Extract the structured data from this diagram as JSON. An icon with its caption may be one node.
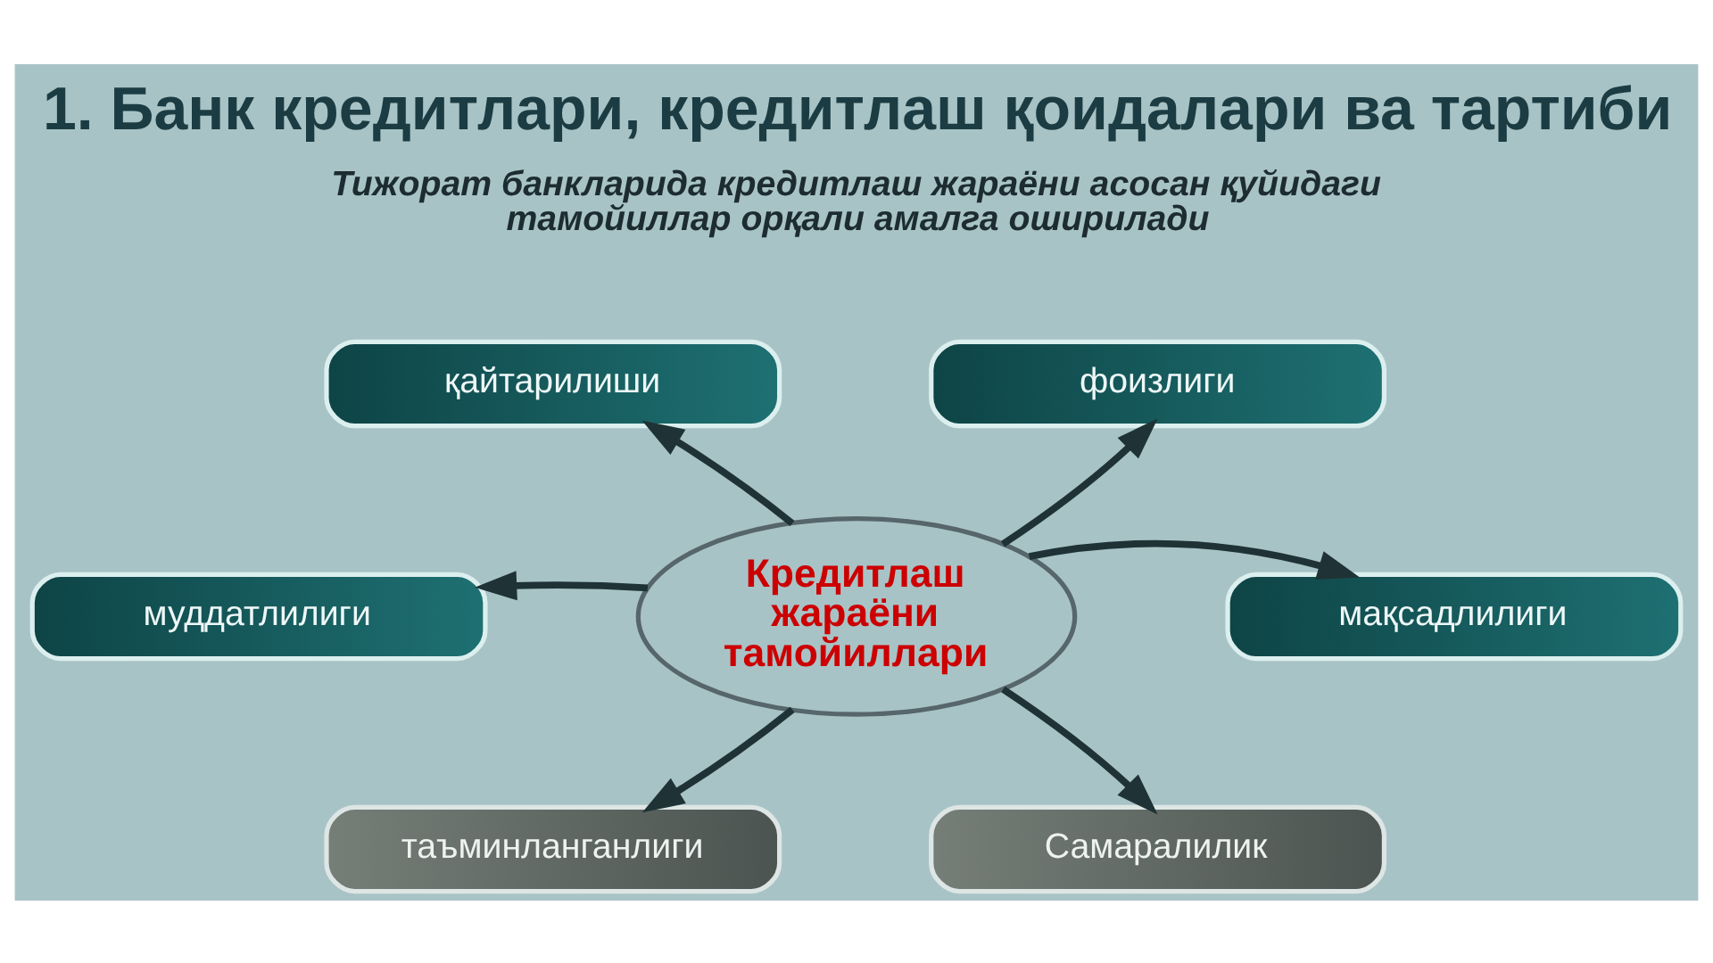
{
  "diagram": {
    "title": "1. Банк кредитлари, кредитлаш қоидалари ва тартиби",
    "nodes": [
      {
        "text": [
          "қайтарилиши"
        ]
      },
      {
        "text": [
          "фоизлиги"
        ]
      },
      {
        "text": [
          "муддатлилиги"
        ]
      },
      {
        "text": [
          "Кредитлаш жараёни тамойиллари"
        ]
      },
      {
        "text": [
          "мақсадлилиги"
        ]
      },
      {
        "text": [
          "таъминланганлиги"
        ]
      },
      {
        "text": [
          "Самаралилик"
        ]
      }
    ],
    "edges": [
      {
        "from": 3,
        "to": 0,
        "arrow": "to"
      },
      {
        "from": 3,
        "to": 1,
        "arrow": "to"
      },
      {
        "from": 3,
        "to": 2,
        "arrow": "to"
      },
      {
        "from": 3,
        "to": 4,
        "arrow": "to"
      },
      {
        "from": 3,
        "to": 5,
        "arrow": "to"
      },
      {
        "from": 3,
        "to": 6,
        "arrow": "to"
      }
    ],
    "labels": [
      "Тижорат банкларида кредитлаш жараёни асосан қуйидаги тамойиллар орқали амалга оширилади"
    ]
  }
}
